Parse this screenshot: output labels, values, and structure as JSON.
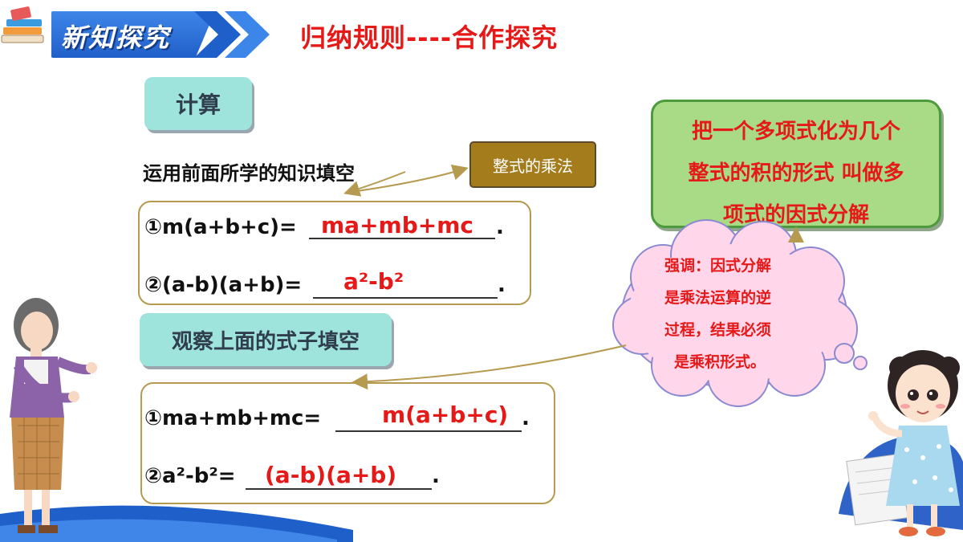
{
  "header": {
    "badge_title": "新知探究",
    "subtitle": "归纳规则----合作探究"
  },
  "section1": {
    "tab_label": "计算",
    "instruction": "运用前面所学的知识填空",
    "tag_label": "整式的乘法",
    "equations": [
      {
        "left": "①m(a+b+c)=",
        "answer": "ma+mb+mc",
        "end": "."
      },
      {
        "left": "②(a-b)(a+b)=",
        "answer": "a²-b²",
        "end": "."
      }
    ]
  },
  "section2": {
    "tab_label": "观察上面的式子填空",
    "equations": [
      {
        "left": "①ma+mb+mc=",
        "answer": "m(a+b+c)",
        "end": "."
      },
      {
        "left": "②a²-b²=",
        "answer": "(a-b)(a+b)",
        "end": "."
      }
    ]
  },
  "definition": {
    "lines": [
      "把一个多项式化为几个",
      "整式的积的形式 叫做多",
      "项式的因式分解"
    ]
  },
  "emphasis": {
    "lines": [
      "强调：因式分解",
      "是乘法运算的逆",
      "过程，结果必须",
      "是乘积形式。"
    ]
  },
  "colors": {
    "accent_red": "#e61919",
    "header_blue": "#1f5fc9",
    "tab_teal": "#9fe3dd",
    "definition_green": "#a9da86",
    "cloud_pink": "#ffd6ea",
    "tag_brown": "#a47c1c"
  },
  "icons": [
    "books-icon",
    "chevron-right-icon",
    "arrow-icon",
    "teacher-illustration",
    "girl-illustration",
    "thought-cloud-icon"
  ]
}
